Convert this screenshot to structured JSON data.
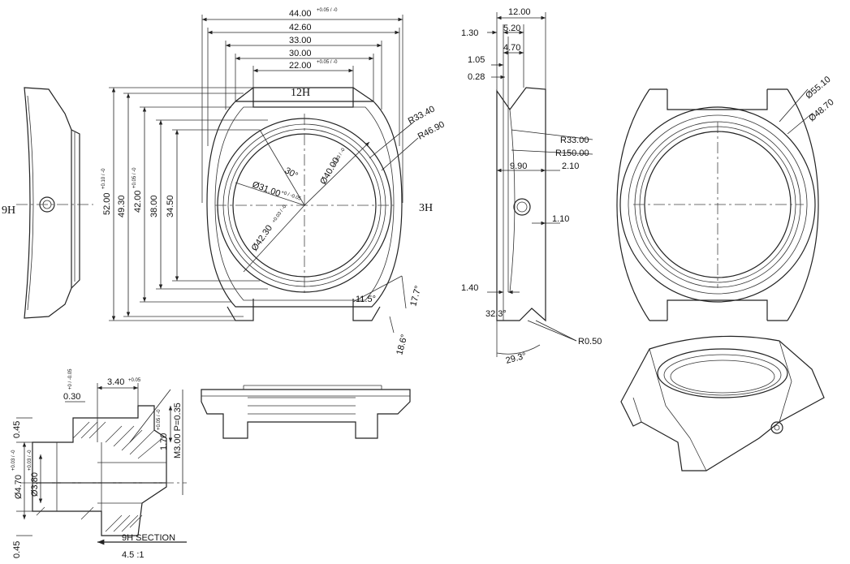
{
  "front_view": {
    "top_dims": [
      "44.00",
      "42.60",
      "33.00",
      "30.00",
      "22.00"
    ],
    "top_tol": {
      "d44": "+0.05 / -0",
      "d22": "+0.05 / -0"
    },
    "left_dims": [
      "52.00",
      "49.30",
      "42.00",
      "38.00",
      "34.50"
    ],
    "left_tol": {
      "d52": "+0.10 / -0",
      "d42": "+0.05 / -0"
    },
    "radii": [
      "R33.40",
      "R46.90"
    ],
    "diameters": [
      "Ø40.00",
      "Ø31.00",
      "Ø42.30"
    ],
    "diameter_tol": {
      "d40": "+0.03 / -0",
      "d31": "+0 / -0.05",
      "d42_3": "+0.03 / -0"
    },
    "angles": [
      "30°",
      "11.5°",
      "17.7°",
      "18.6°"
    ],
    "labels": {
      "twelve": "12H",
      "nine": "9H",
      "three": "3H"
    }
  },
  "side_view": {
    "dims": [
      "12.00",
      "1.30",
      "5.20",
      "4.70",
      "1.05",
      "0.28",
      "9.90",
      "2.10",
      "1.10",
      "1.40"
    ],
    "radii": [
      "R33.00",
      "R150.00",
      "R0.50"
    ],
    "angles": [
      "32.3°",
      "29.3°"
    ]
  },
  "back_view": {
    "diameters": [
      "Ø55.10",
      "Ø48.70"
    ]
  },
  "section_view": {
    "dims": [
      "3.40",
      "0.30",
      "0.45",
      "0.45",
      "Ø4.70",
      "Ø3.80",
      "1.70",
      "M3.00 P=0.35"
    ],
    "dim_tol": {
      "d3_40": "+0.05",
      "d0_30": "+0 / -0.05",
      "d4_70": "+0.03 / -0",
      "d3_80": "+0.03 / -0",
      "d1_70": "+0.05 / -0"
    },
    "title": "9H SECTION",
    "scale": "4.5 :1"
  }
}
